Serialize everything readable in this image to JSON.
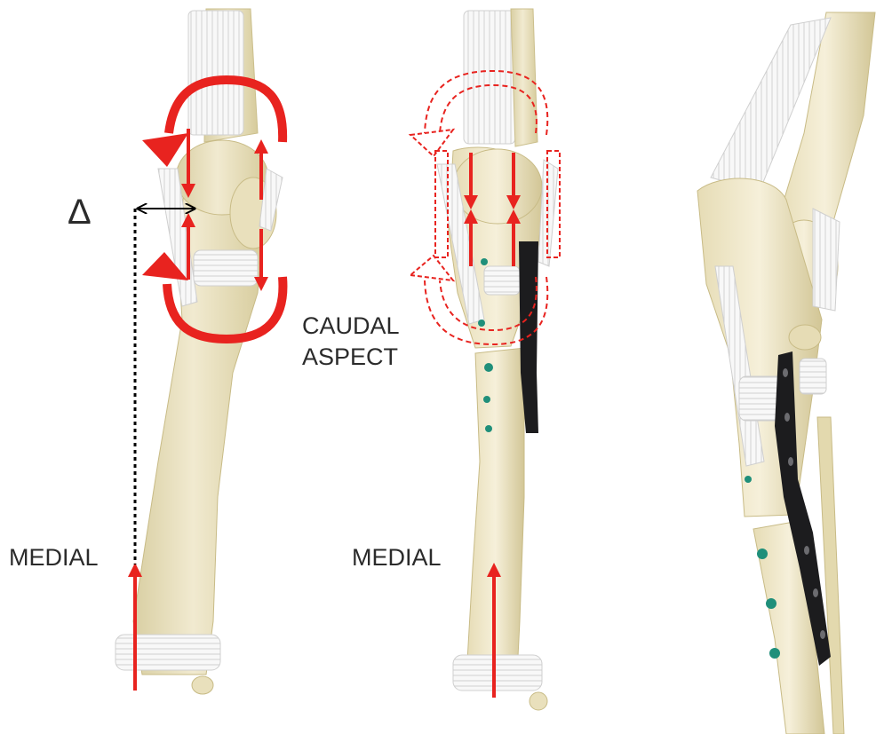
{
  "labels": {
    "delta": "Δ",
    "medial_left": "MEDIAL",
    "caudal_line1": "CAUDAL",
    "caudal_line2": "ASPECT",
    "medial_center": "MEDIAL"
  },
  "colors": {
    "background": "#ffffff",
    "bone": "#efe8c9",
    "bone_shade": "#d8cea0",
    "ligament": "#f7f7f7",
    "ligament_line": "#c8c8c8",
    "force_arrow": "#e8231f",
    "plate": "#1c1c1e",
    "screw": "#1f8f7a",
    "dotted_line": "#000000"
  },
  "panels": [
    {
      "name": "left-tibia",
      "view": "medial",
      "implant": "none"
    },
    {
      "name": "center-tibia",
      "view": "medial",
      "implant": "plate"
    },
    {
      "name": "right-tibia",
      "view": "lateral",
      "implant": "plate"
    }
  ]
}
